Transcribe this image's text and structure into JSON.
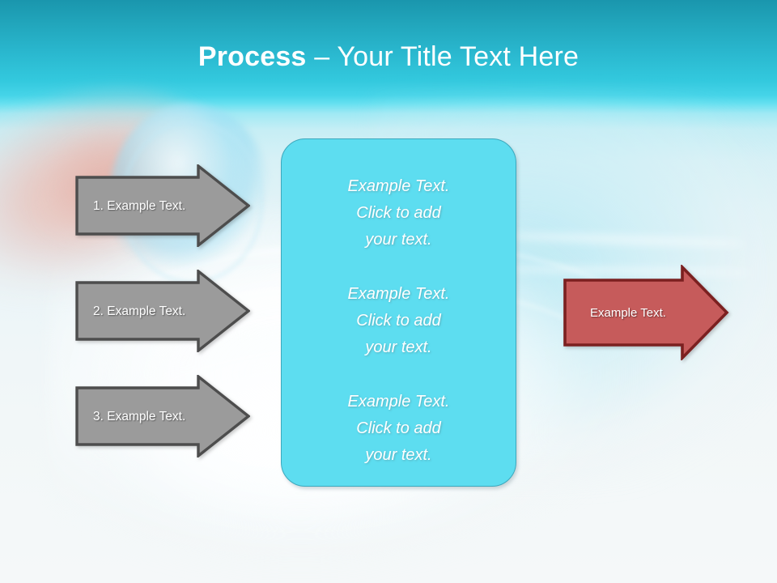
{
  "slide": {
    "title_bold": "Process ",
    "title_rest": "– Your Title Text Here"
  },
  "colors": {
    "header_top": "#1a96ad",
    "header_mid": "#33c9de",
    "panel_fill": "#5dddf0",
    "panel_border": "#3ba8bd",
    "gray_arrow_fill": "#9b9b9b",
    "gray_arrow_border": "#4d4d4d",
    "red_arrow_fill": "#c65b5b",
    "red_arrow_border": "#7b2020",
    "text_white": "#ffffff"
  },
  "steps": [
    {
      "label": "1. Example Text."
    },
    {
      "label": "2. Example Text."
    },
    {
      "label": "3. Example Text."
    }
  ],
  "panel": {
    "blocks": [
      "Example Text.\nClick  to add\nyour text.",
      "Example Text.\nClick  to add\nyour text.",
      "Example Text.\nClick  to add\nyour text."
    ]
  },
  "result": {
    "label": "Example Text."
  }
}
